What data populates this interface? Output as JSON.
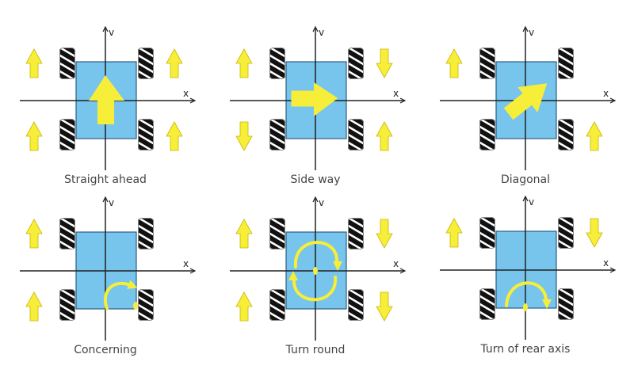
{
  "colors": {
    "body": "#77c4ec",
    "arrow": "#f7ee3a",
    "wheel": "#111111",
    "axis": "#222222"
  },
  "axis_labels": {
    "x": "x",
    "y": "v"
  },
  "panels": [
    {
      "label": "Straight ahead",
      "motion": "straight",
      "wheel_arrows": {
        "tl": "up",
        "tr": "up",
        "bl": "up",
        "br": "up"
      }
    },
    {
      "label": "Side way",
      "motion": "side",
      "wheel_arrows": {
        "tl": "up",
        "tr": "down",
        "bl": "down",
        "br": "up"
      }
    },
    {
      "label": "Diagonal",
      "motion": "diagonal",
      "wheel_arrows": {
        "tl": "up",
        "tr": "none",
        "bl": "none",
        "br": "up"
      }
    },
    {
      "label": "Concerning",
      "motion": "concerning",
      "wheel_arrows": {
        "tl": "up",
        "tr": "none",
        "bl": "up",
        "br": "none"
      }
    },
    {
      "label": "Turn round",
      "motion": "turn-round",
      "wheel_arrows": {
        "tl": "up",
        "tr": "down",
        "bl": "up",
        "br": "down"
      }
    },
    {
      "label": "Turn of rear axis",
      "motion": "rear-axis",
      "wheel_arrows": {
        "tl": "up",
        "tr": "down",
        "bl": "none",
        "br": "none"
      }
    }
  ]
}
